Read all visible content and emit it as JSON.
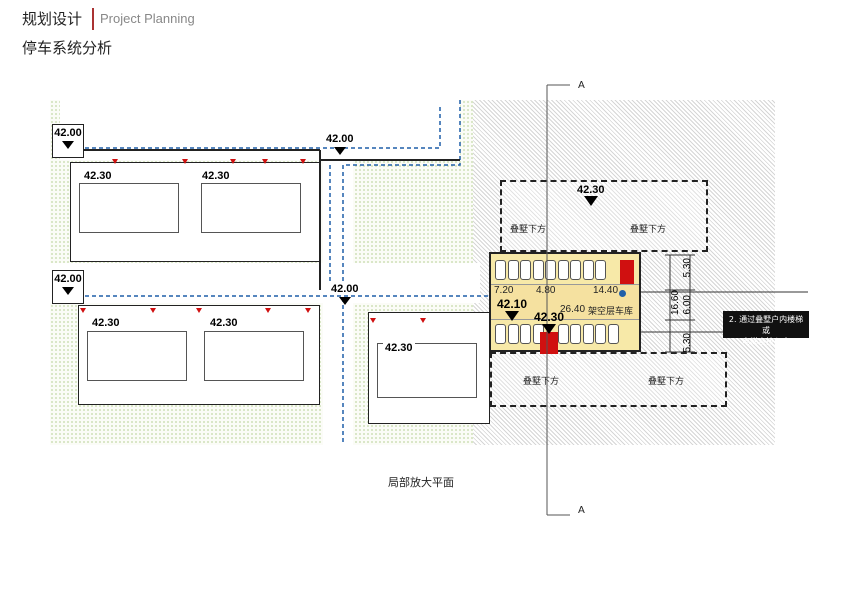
{
  "header": {
    "title_cn": "规划设计",
    "title_en": "Project Planning",
    "subtitle": "停车系统分析"
  },
  "levels": {
    "road_left_top": "42.00",
    "road_left_mid": "42.00",
    "road_top": "42.00",
    "road_mid": "42.00",
    "unit1": "42.30",
    "unit2": "42.30",
    "unit3": "42.30",
    "unit4": "42.30",
    "unit5": "42.30",
    "hatch_top": "42.30",
    "garage_entry": "42.10",
    "garage_ramp": "42.30"
  },
  "garage": {
    "label": "架空层车库",
    "dim_a": "7.20",
    "dim_b": "4.80",
    "dim_c": "14.40",
    "dim_total": "26.40"
  },
  "vertical_dims": {
    "top": "5.30",
    "mid": "6.00",
    "bottom": "5.30",
    "total": "16.60"
  },
  "zones": [
    "叠墅下方",
    "叠墅下方",
    "叠墅下方",
    "叠墅下方"
  ],
  "callout": {
    "line1": "2. 通过叠墅户内楼梯或",
    "line2": "电梯直接入户"
  },
  "section": {
    "top": "A",
    "bottom": "A"
  },
  "caption": "局部放大平面",
  "colors": {
    "accent": "#aa3333",
    "garage": "#f7e9a8",
    "entry": "#d01010",
    "path": "#1f5fa8"
  }
}
